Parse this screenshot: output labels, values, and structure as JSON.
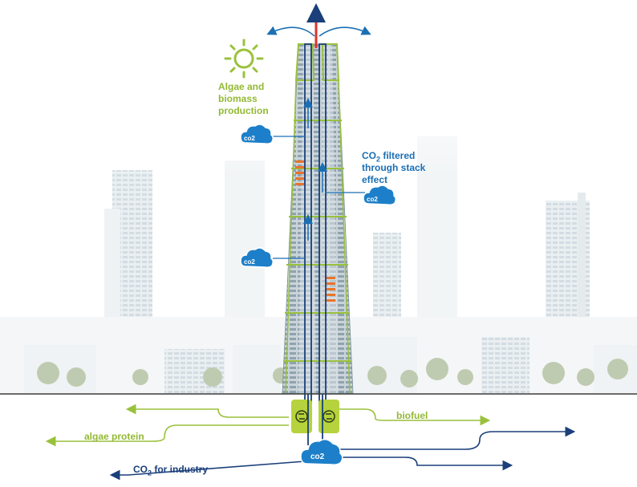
{
  "labels": {
    "algae_biomass": [
      "Algae and",
      "biomass",
      "production"
    ],
    "co2_filtered_prefix": "CO",
    "co2_filtered_sub": "2",
    "co2_filtered_rest": [
      " filtered",
      "through stack",
      "effect"
    ],
    "biofuel": "biofuel",
    "algae_protein": "algae protein",
    "co2_industry_prefix": "CO",
    "co2_industry_sub": "2",
    "co2_industry_rest": " for industry",
    "co2_cloud": "co2"
  },
  "colors": {
    "green": "#9ac13c",
    "blue": "#1b6fb4",
    "dark_blue": "#1a3f7a",
    "red": "#e0322a",
    "cloud": "#1d7fc9",
    "building": "#dfe6ea"
  },
  "icons": [
    "sun-icon",
    "co2-cloud-icon",
    "bioreactor-icon",
    "arrow-icon"
  ]
}
